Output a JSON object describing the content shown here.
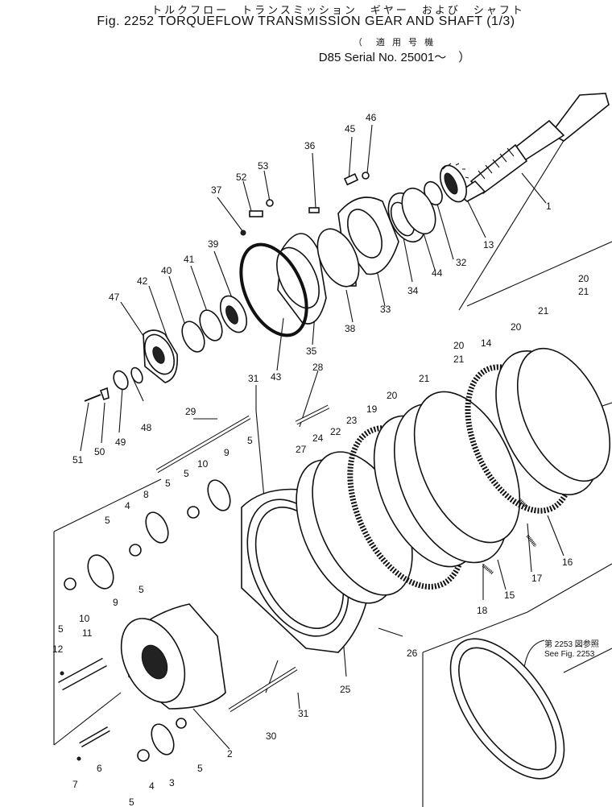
{
  "header": {
    "title_jp": "トルクフロー　トランスミッション　ギヤー　および　シャフト",
    "title_en": "Fig. 2252 TORQUEFLOW TRANSMISSION GEAR AND SHAFT (1/3)",
    "subtitle_jp": "（　適 用 号 機",
    "serial": "D85 Serial No. 25001～　）"
  },
  "note": {
    "jp": "第 2253 図参照",
    "en": "See Fig. 2253"
  },
  "parts": [
    "1",
    "2",
    "3",
    "4",
    "5",
    "6",
    "7",
    "8",
    "9",
    "10",
    "11",
    "12",
    "13",
    "14",
    "15",
    "16",
    "17",
    "18",
    "19",
    "20",
    "21",
    "22",
    "23",
    "24",
    "25",
    "26",
    "27",
    "28",
    "29",
    "30",
    "31",
    "32",
    "33",
    "34",
    "35",
    "36",
    "37",
    "38",
    "39",
    "40",
    "41",
    "42",
    "43",
    "44",
    "45",
    "46",
    "47",
    "48",
    "49",
    "50",
    "51",
    "52",
    "53"
  ]
}
